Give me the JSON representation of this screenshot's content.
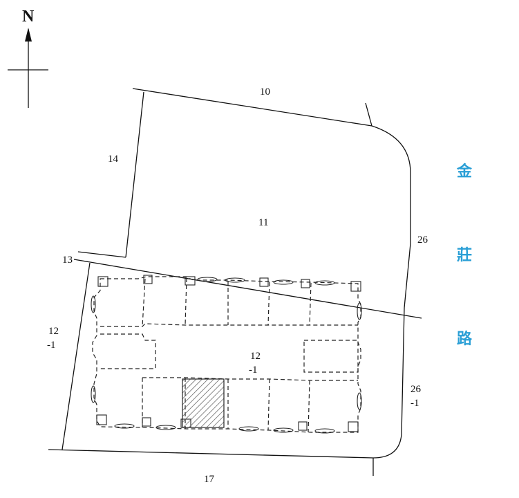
{
  "north_arrow": {
    "letter": "N"
  },
  "parcels": {
    "p10": "10",
    "p11": "11",
    "p14": "14",
    "p13": "13",
    "p12_1_west": [
      "12",
      "-1"
    ],
    "p12_1_center": [
      "12",
      "-1"
    ],
    "p26": "26",
    "p26_1": [
      "26",
      "-1"
    ],
    "p17": "17"
  },
  "road": {
    "name_chars": [
      "金",
      "莊",
      "路"
    ],
    "color": "#2a9fd6"
  },
  "highlight": {
    "hatch_color": "#555555"
  }
}
